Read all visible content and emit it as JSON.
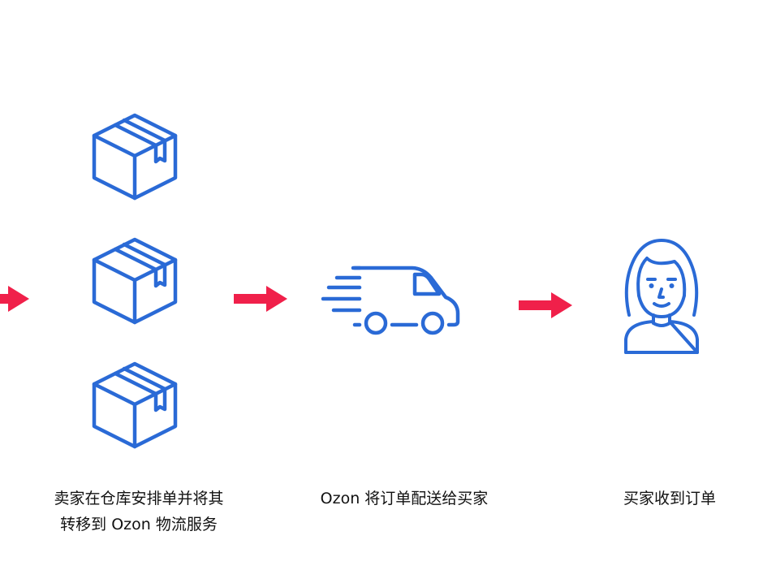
{
  "steps": [
    {
      "icon": "box-stack-icon",
      "caption_lines": [
        "卖家在仓库安排单并将其",
        "转移到 Ozon 物流服务"
      ]
    },
    {
      "icon": "delivery-van-icon",
      "caption_lines": [
        "Ozon 将订单配送给买家"
      ]
    },
    {
      "icon": "buyer-avatar-icon",
      "caption_lines": [
        "买家收到订单"
      ]
    }
  ],
  "colors": {
    "icon_blue": "#2a6ad6",
    "arrow_red": "#f0204a",
    "text": "#111111"
  }
}
